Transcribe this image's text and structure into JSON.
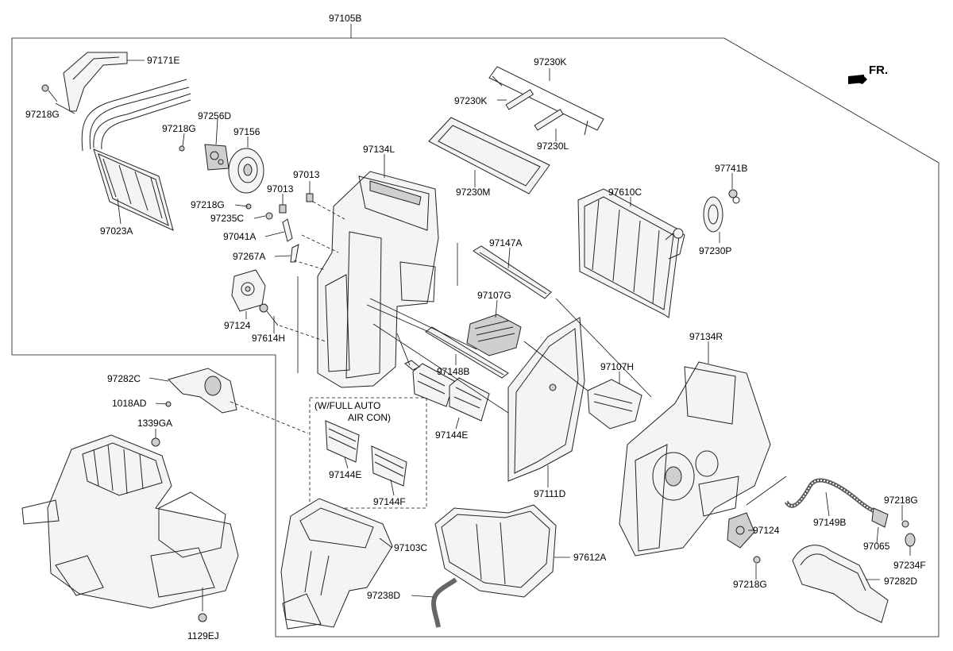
{
  "diagram": {
    "assembly_label": "97105B",
    "front_indicator": "FR.",
    "option_box": {
      "line1": "(W/FULL AUTO",
      "line2": "AIR CON)"
    },
    "labels": [
      "97171E",
      "97218G",
      "97256D",
      "97218G",
      "97156",
      "97023A",
      "97013",
      "97013",
      "97218G",
      "97235C",
      "97041A",
      "97267A",
      "97124",
      "97614H",
      "97134L",
      "97230K",
      "97230K",
      "97230L",
      "97230M",
      "97741B",
      "97610C",
      "97230P",
      "97147A",
      "97107G",
      "97148B",
      "97134R",
      "97107H",
      "97282C",
      "1018AD",
      "1339GA",
      "97144E",
      "97144E",
      "97144F",
      "97111D",
      "97124",
      "97149B",
      "97218G",
      "97065",
      "97234F",
      "97218G",
      "97282D",
      "97103C",
      "97612A",
      "97238D",
      "1129EJ"
    ]
  }
}
